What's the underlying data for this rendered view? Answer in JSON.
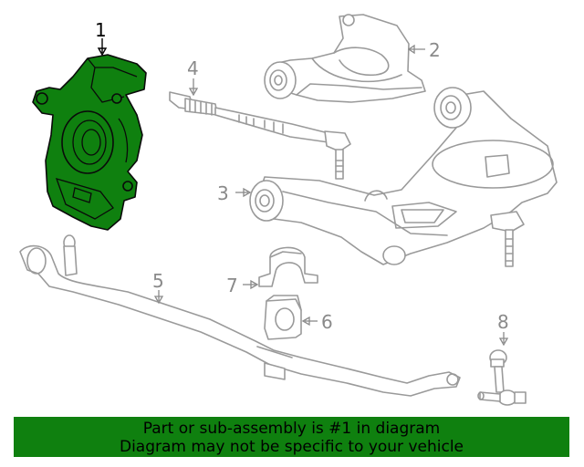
{
  "callouts": [
    {
      "id": "1",
      "label": "1"
    },
    {
      "id": "2",
      "label": "2"
    },
    {
      "id": "3",
      "label": "3"
    },
    {
      "id": "4",
      "label": "4"
    },
    {
      "id": "5",
      "label": "5"
    },
    {
      "id": "6",
      "label": "6"
    },
    {
      "id": "7",
      "label": "7"
    },
    {
      "id": "8",
      "label": "8"
    }
  ],
  "highlighted_part": "1",
  "colors": {
    "highlight": "#0f800f",
    "line_art": "#9a9a9a",
    "banner": "#0f800f"
  },
  "banner": {
    "line1": "Part or sub-assembly is #1 in diagram",
    "line2": "Diagram may not be specific to your vehicle"
  }
}
